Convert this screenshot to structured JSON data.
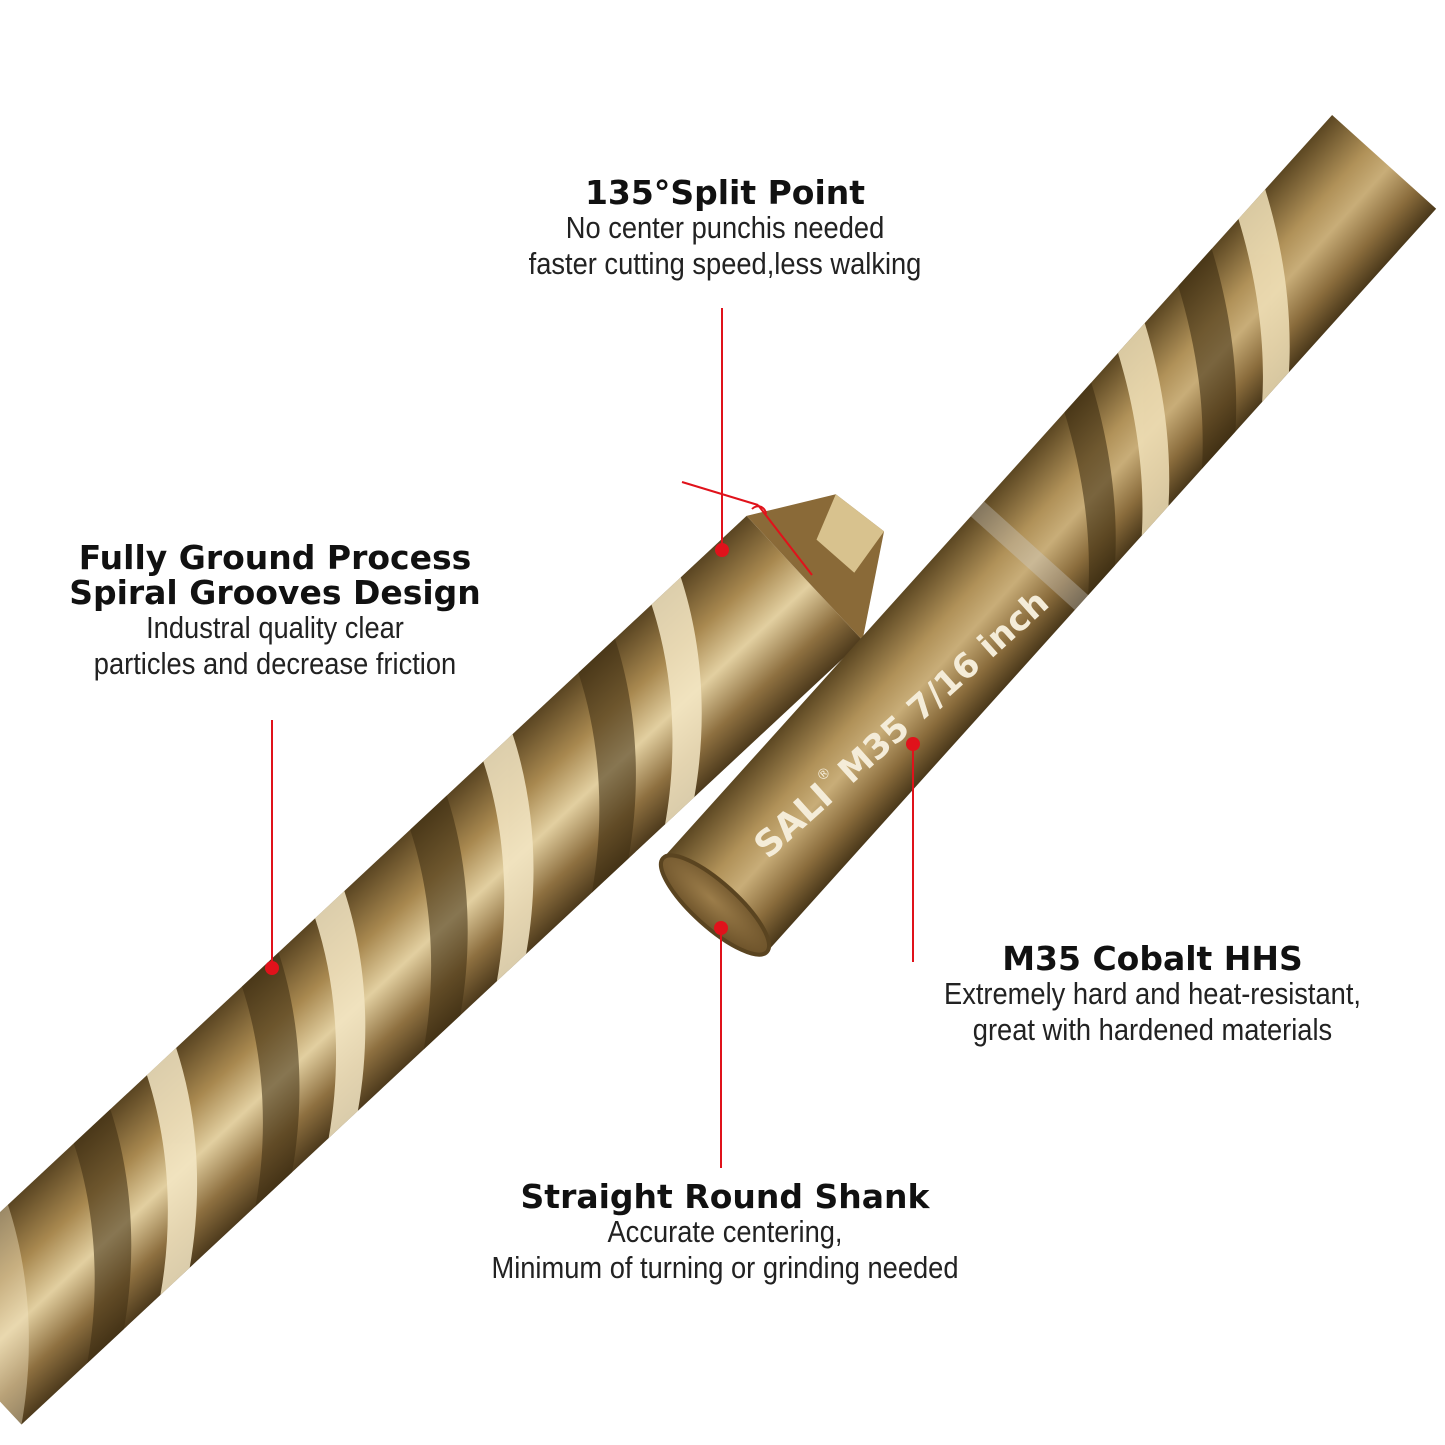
{
  "engraving": {
    "brand": "SALI",
    "registered": "®",
    "spec": "M35 7/16 inch"
  },
  "callouts": {
    "split_point": {
      "title": "135°Split Point",
      "lines": [
        "No center punchis needed",
        "faster cutting speed,less walking"
      ]
    },
    "ground_process": {
      "title_lines": [
        "Fully Ground Process",
        "Spiral Grooves Design"
      ],
      "lines": [
        "Industral quality clear",
        "particles and decrease friction"
      ]
    },
    "cobalt": {
      "title": "M35 Cobalt HHS",
      "lines": [
        "Extremely hard and heat-resistant,",
        "great with hardened materials"
      ]
    },
    "shank": {
      "title": "Straight Round Shank",
      "lines": [
        "Accurate centering,",
        "Minimum of turning or grinding needed"
      ]
    }
  },
  "colors": {
    "leader": "#e0121b",
    "bronze": "#a8884f",
    "background": "#ffffff"
  }
}
